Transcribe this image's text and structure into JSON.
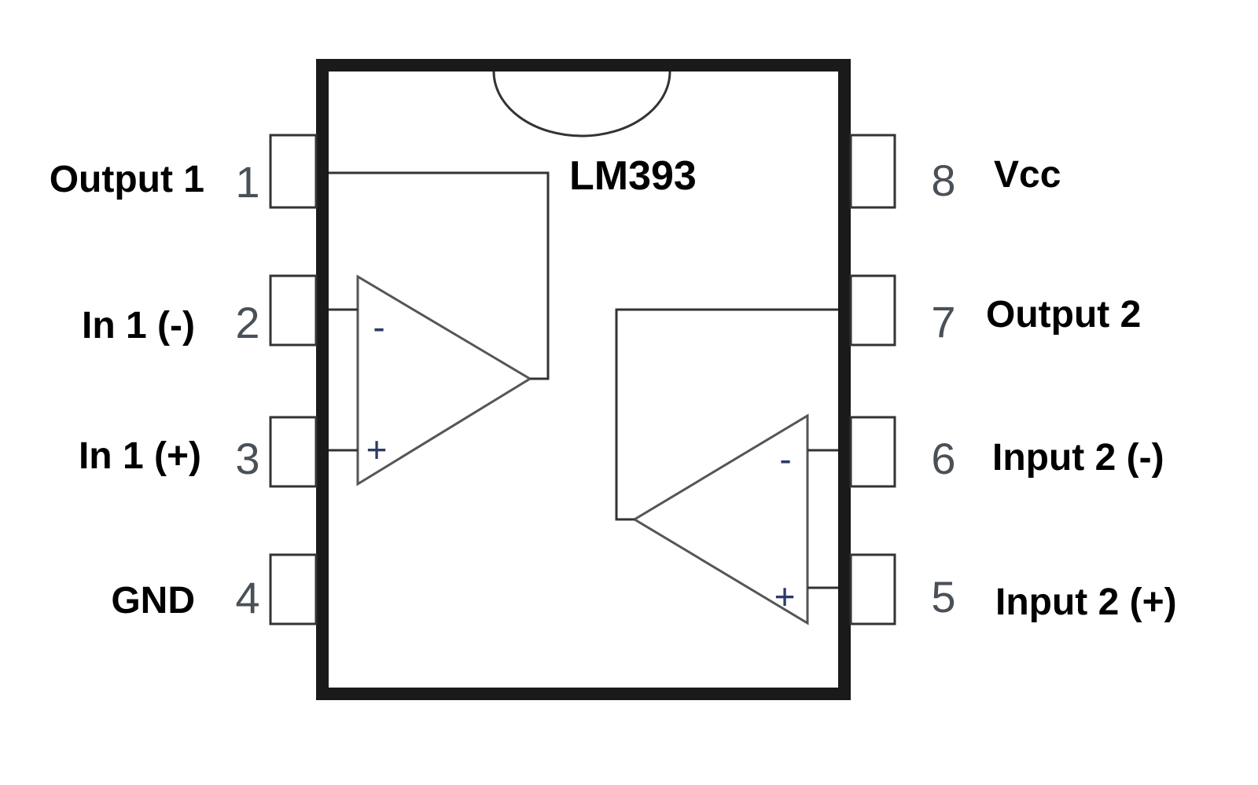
{
  "chip": {
    "name": "LM393"
  },
  "pins": [
    {
      "number": "1",
      "label": "Output 1"
    },
    {
      "number": "2",
      "label": "In 1 (-)"
    },
    {
      "number": "3",
      "label": "In 1 (+)"
    },
    {
      "number": "4",
      "label": "GND"
    },
    {
      "number": "5",
      "label": "Input 2 (+)"
    },
    {
      "number": "6",
      "label": "Input 2 (-)"
    },
    {
      "number": "7",
      "label": "Output 2"
    },
    {
      "number": "8",
      "label": "Vcc"
    }
  ],
  "comparator_1": {
    "minus": "-",
    "plus": "+"
  },
  "comparator_2": {
    "minus": "-",
    "plus": "+"
  },
  "colors": {
    "outline": "#1a1a1a",
    "pin_number": "#4a5058",
    "sign": "#2c3a66"
  }
}
